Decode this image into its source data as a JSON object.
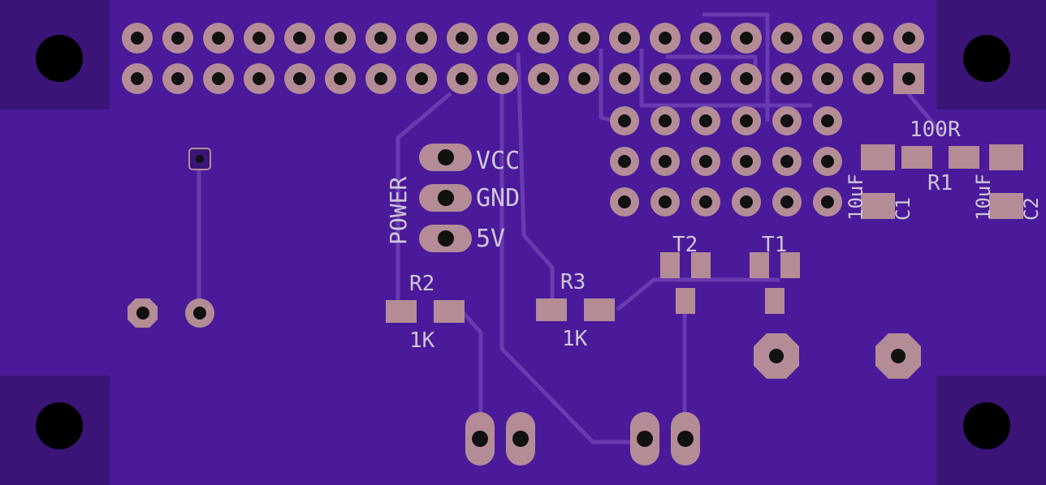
{
  "colors": {
    "board": "#4a1a9a",
    "corner": "#3a1577",
    "trace": "#6a3ab0",
    "pad": "#b48c96",
    "hole": "#111111",
    "silk": "#cfc6d9"
  },
  "labels": {
    "power": "POWER",
    "vcc": "VCC",
    "gnd": "GND",
    "five_v": "5V",
    "r2": "R2",
    "r2_value": "1K",
    "r3": "R3",
    "r3_value": "1K",
    "t1": "T1",
    "t2": "T2",
    "r1": "R1",
    "r1_value": "100R",
    "c1": "C1",
    "c1_value": "10uF",
    "c2": "C2",
    "c2_value": "10uF"
  },
  "header": {
    "columns": 20,
    "rows": 2
  },
  "grid_6x3": {
    "columns": 6,
    "rows": 3
  }
}
